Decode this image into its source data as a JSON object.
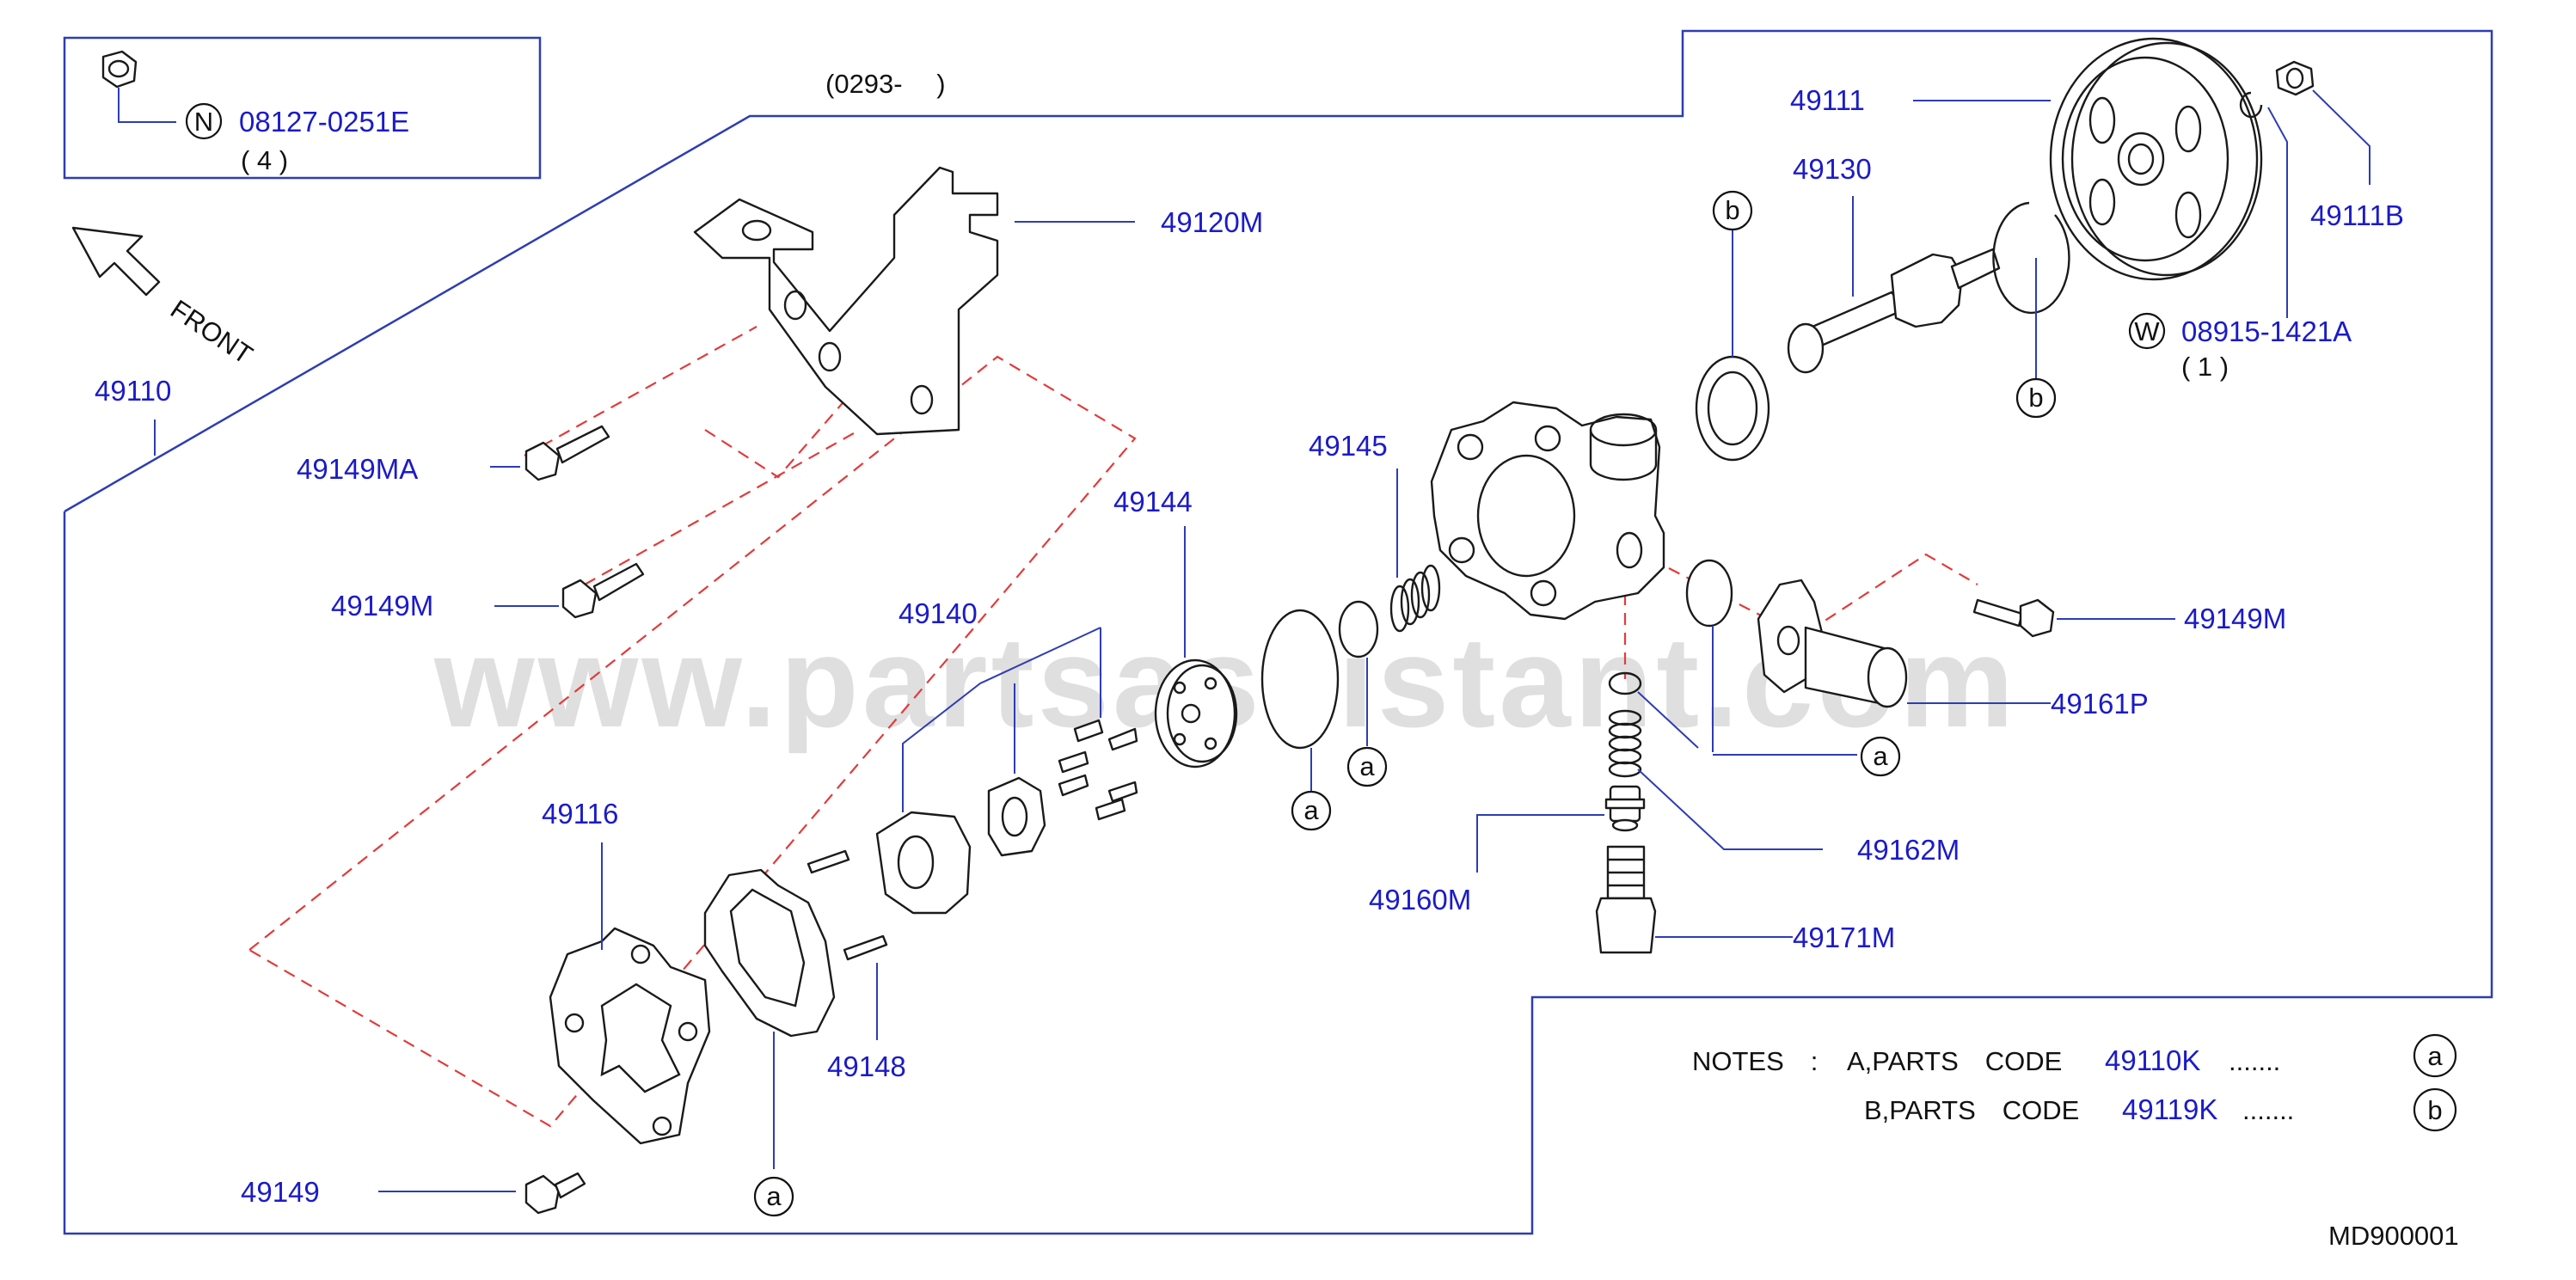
{
  "diagram_code": "MD900001",
  "date_range_label": "(0293-　 )",
  "watermark": "www.partsassistant.com",
  "front_label": "FRONT",
  "inset": {
    "symbol": "N",
    "part_number": "08127-0251E",
    "quantity": "( 4 )"
  },
  "washer": {
    "symbol": "W",
    "part_number": "08915-1421A",
    "quantity": "( 1 )"
  },
  "part_labels": {
    "p49111": "49111",
    "p49111B": "49111B",
    "p49130": "49130",
    "p49120M": "49120M",
    "p49110": "49110",
    "p49149MA": "49149MA",
    "p49149M_left": "49149M",
    "p49149M_right": "49149M",
    "p49145": "49145",
    "p49144": "49144",
    "p49140": "49140",
    "p49161P": "49161P",
    "p49162M": "49162M",
    "p49160M": "49160M",
    "p49171M": "49171M",
    "p49116": "49116",
    "p49148": "49148",
    "p49149": "49149"
  },
  "callouts": {
    "a": "a",
    "b": "b"
  },
  "notes": {
    "heading": "NOTES　:",
    "line_a_prefix": "A,PARTS　CODE",
    "line_a_code": "49110K",
    "line_a_dots": ".......",
    "line_a_symbol": "a",
    "line_b_prefix": "B,PARTS　CODE",
    "line_b_code": "49119K",
    "line_b_dots": ".......",
    "line_b_symbol": "b"
  }
}
